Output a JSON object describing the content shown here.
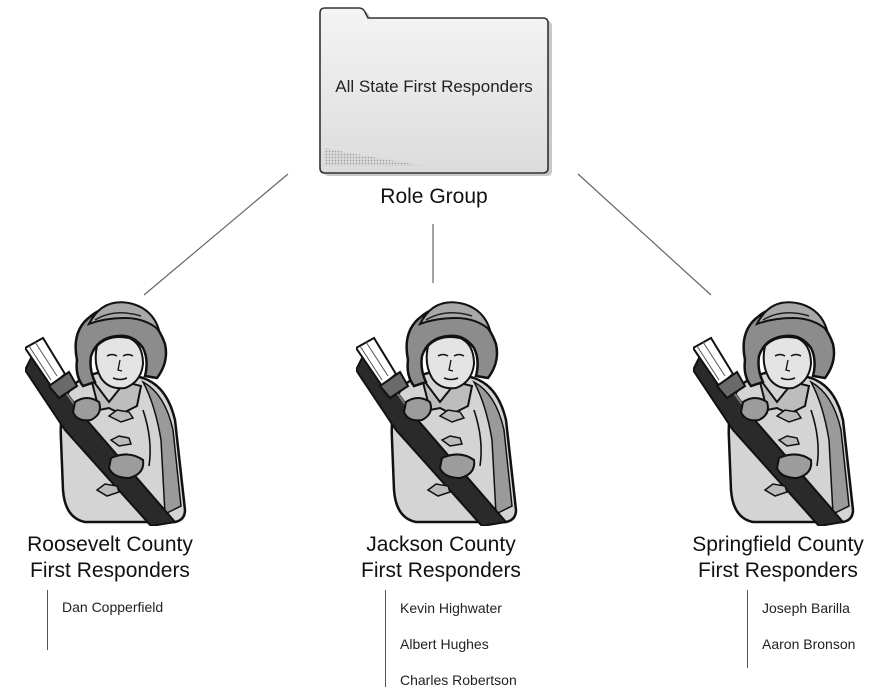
{
  "diagram": {
    "root": {
      "label": "All State First Responders",
      "caption": "Role Group",
      "icon": "folder-icon"
    },
    "counties": [
      {
        "name_line1": "Roosevelt County",
        "name_line2": "First Responders",
        "icon": "firefighter-icon",
        "members": [
          "Dan Copperfield"
        ]
      },
      {
        "name_line1": "Jackson County",
        "name_line2": "First Responders",
        "icon": "firefighter-icon",
        "members": [
          "Kevin Highwater",
          "Albert Hughes",
          "Charles Robertson"
        ]
      },
      {
        "name_line1": "Springfield County",
        "name_line2": "First Responders",
        "icon": "firefighter-icon",
        "members": [
          "Joseph Barilla",
          "Aaron Bronson"
        ]
      }
    ]
  }
}
